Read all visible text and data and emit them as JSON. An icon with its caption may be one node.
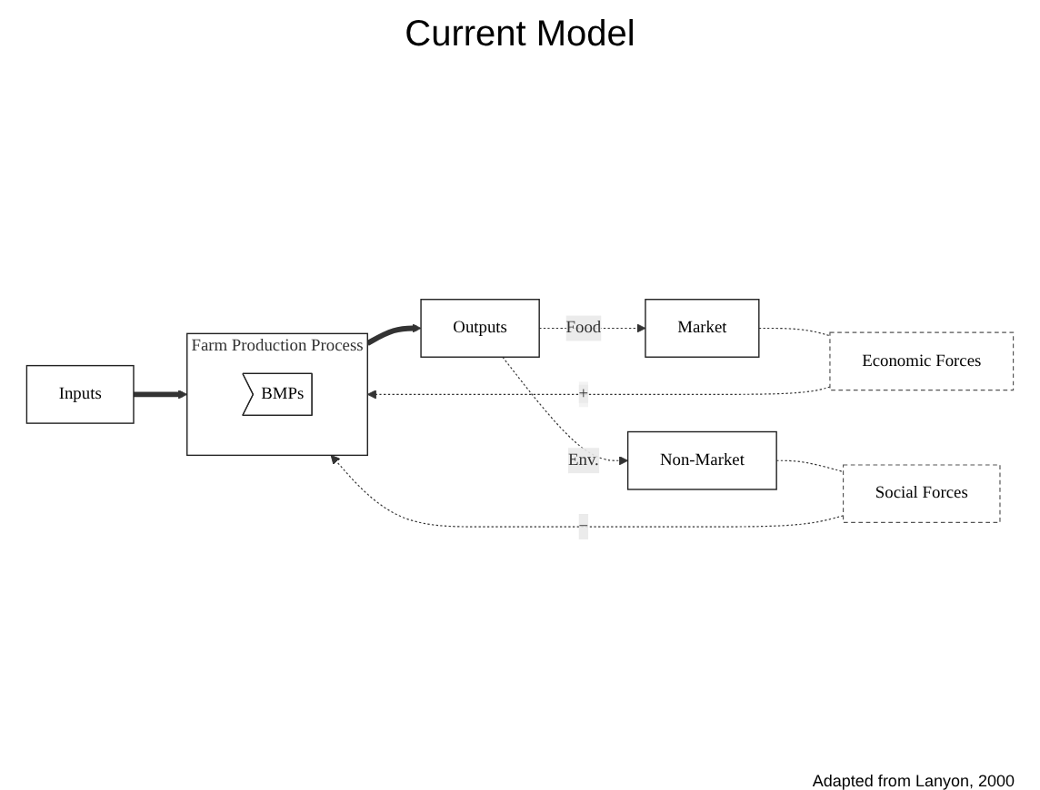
{
  "diagram": {
    "title": "Current Model",
    "nodes": [
      {
        "text": [
          "Economic Forces"
        ]
      },
      {
        "text": [
          "Inputs"
        ]
      },
      {
        "text": [
          "Farm Production Process"
        ]
      },
      {
        "text": [
          "BMPs"
        ],
        "in": 2
      },
      {
        "text": [
          "Outputs"
        ]
      },
      {
        "text": [
          "Market"
        ]
      },
      {
        "text": [
          "Non-Market"
        ]
      },
      {
        "text": [
          "Social Forces"
        ]
      }
    ],
    "edges": [
      {
        "from": 1,
        "to": 2,
        "arrow": "to",
        "style": "thick"
      },
      {
        "from": 2,
        "to": 4,
        "arrow": "to",
        "style": "thick"
      },
      {
        "from": 4,
        "to": 5,
        "arrow": "to",
        "label": "Food",
        "style": "dashed"
      },
      {
        "from": 4,
        "to": 6,
        "arrow": "to",
        "label": "Env.",
        "style": "dashed"
      },
      {
        "from": 5,
        "to": 0,
        "arrow": "none",
        "style": "dashed"
      },
      {
        "from": 0,
        "to": 2,
        "arrow": "to",
        "label": "+",
        "style": "dashed"
      },
      {
        "from": 6,
        "to": 7,
        "arrow": "none",
        "style": "dashed"
      },
      {
        "from": 7,
        "to": 2,
        "arrow": "to",
        "label": "−",
        "style": "dashed"
      }
    ],
    "labels": [
      "Adapted from Lanyon, 2000"
    ]
  }
}
